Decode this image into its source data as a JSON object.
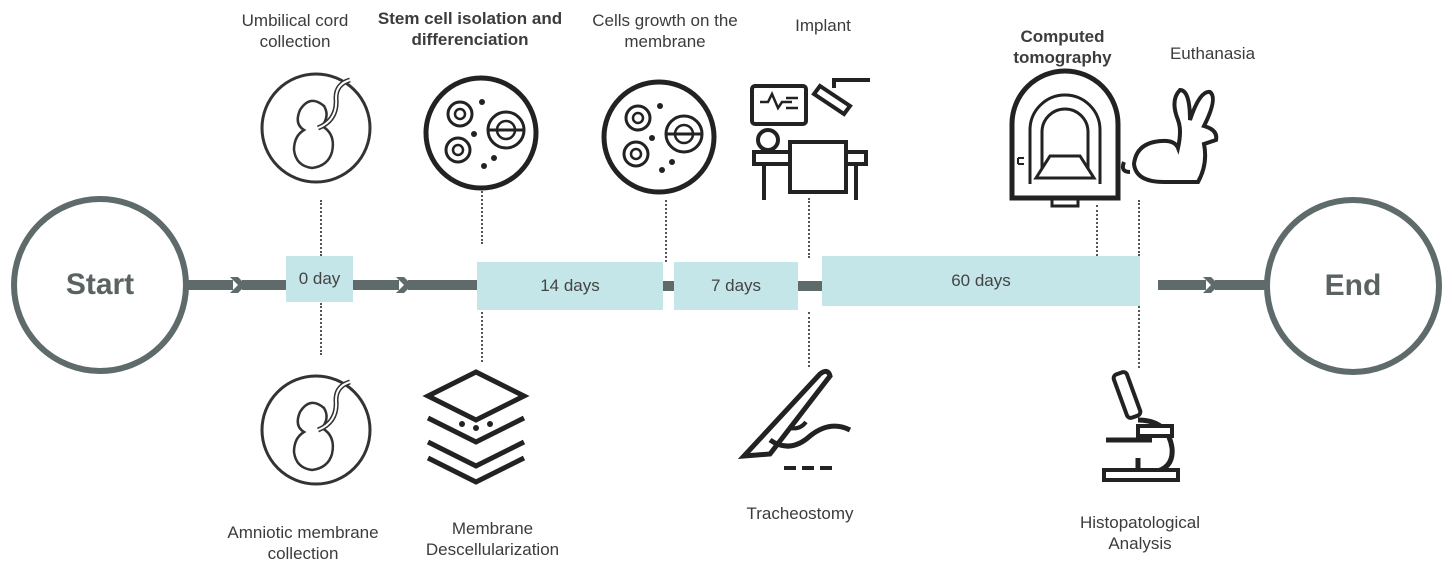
{
  "start_label": "Start",
  "end_label": "End",
  "segments": [
    {
      "label": "0 day"
    },
    {
      "label": "14 days"
    },
    {
      "label": "7 days"
    },
    {
      "label": "60 days"
    }
  ],
  "top_steps": [
    {
      "label": "Umbilical cord collection",
      "icon": "fetus-icon"
    },
    {
      "label": "Stem cell isolation and differenciation",
      "icon": "cells-dish-icon"
    },
    {
      "label": "Cells growth on the membrane",
      "icon": "cells-dish-icon"
    },
    {
      "label": "Implant",
      "icon": "surgery-icon"
    },
    {
      "label": "Computed tomography",
      "icon": "ct-scanner-icon"
    },
    {
      "label": "Euthanasia",
      "icon": "rabbit-icon"
    }
  ],
  "bottom_steps": [
    {
      "label": "Amniotic membrane collection",
      "icon": "fetus-icon"
    },
    {
      "label": "Membrane Descellularization",
      "icon": "layers-icon"
    },
    {
      "label": "Tracheostomy",
      "icon": "scalpel-icon"
    },
    {
      "label": "Histopatological Analysis",
      "icon": "microscope-icon"
    }
  ]
}
